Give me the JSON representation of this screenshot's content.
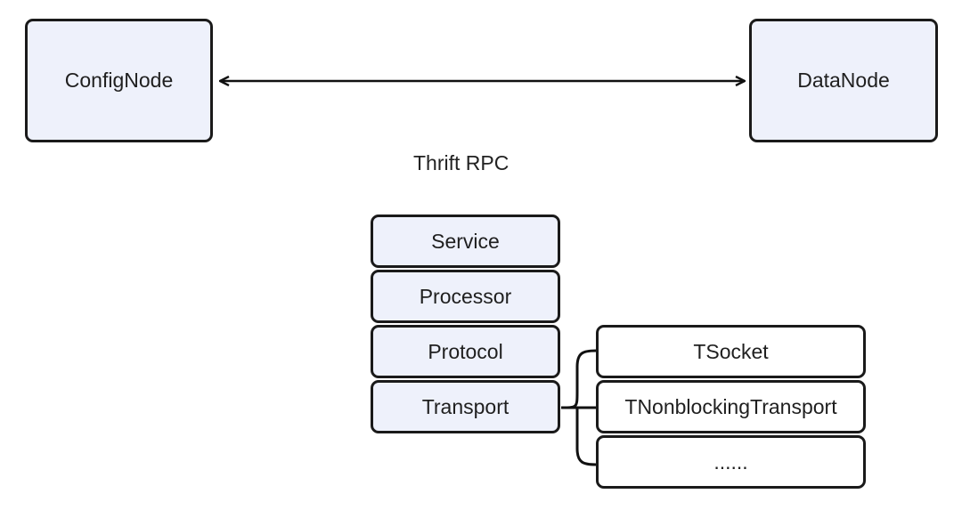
{
  "top": {
    "left_node": "ConfigNode",
    "right_node": "DataNode",
    "link_label": "Thrift RPC"
  },
  "stack": {
    "layers": [
      "Service",
      "Processor",
      "Protocol",
      "Transport"
    ]
  },
  "transports": {
    "items": [
      "TSocket",
      "TNonblockingTransport",
      "......"
    ]
  },
  "colors": {
    "box_fill": "#eef1fb",
    "box_border": "#1a1a1a",
    "white_box_fill": "#ffffff"
  }
}
